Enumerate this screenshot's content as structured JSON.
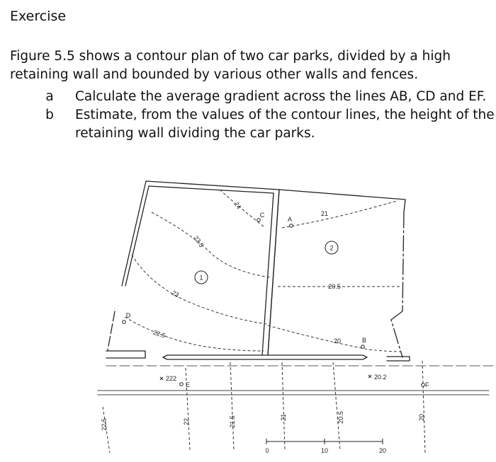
{
  "heading": "Exercise",
  "intro": "Figure 5.5 shows a contour plan of two car parks, divided by a high retaining wall and bounded by various other walls and fences.",
  "questions": [
    {
      "label": "a",
      "text": "Calculate the average gradient across the lines AB, CD and EF."
    },
    {
      "label": "b",
      "text": "Estimate, from the values of the contour lines, the height of the retaining wall dividing the car parks."
    }
  ],
  "figure": {
    "contours": {
      "c24": "24",
      "c235": "23.5",
      "c23": "23",
      "c225": "22.5",
      "c21": "21",
      "c205": "20.5",
      "c20": "20",
      "b225": "22.5",
      "b22": "22",
      "b215": "21.5",
      "b21": "21",
      "b205": "20.5",
      "b20": "20"
    },
    "points": {
      "A": "A",
      "B": "B",
      "C": "C",
      "D": "D",
      "E": "E",
      "F": "F"
    },
    "spot_heights": {
      "left": "222",
      "right": "20.2"
    },
    "car_parks": {
      "one": "1",
      "two": "2"
    },
    "scale_ticks": [
      "0",
      "10",
      "20"
    ]
  }
}
